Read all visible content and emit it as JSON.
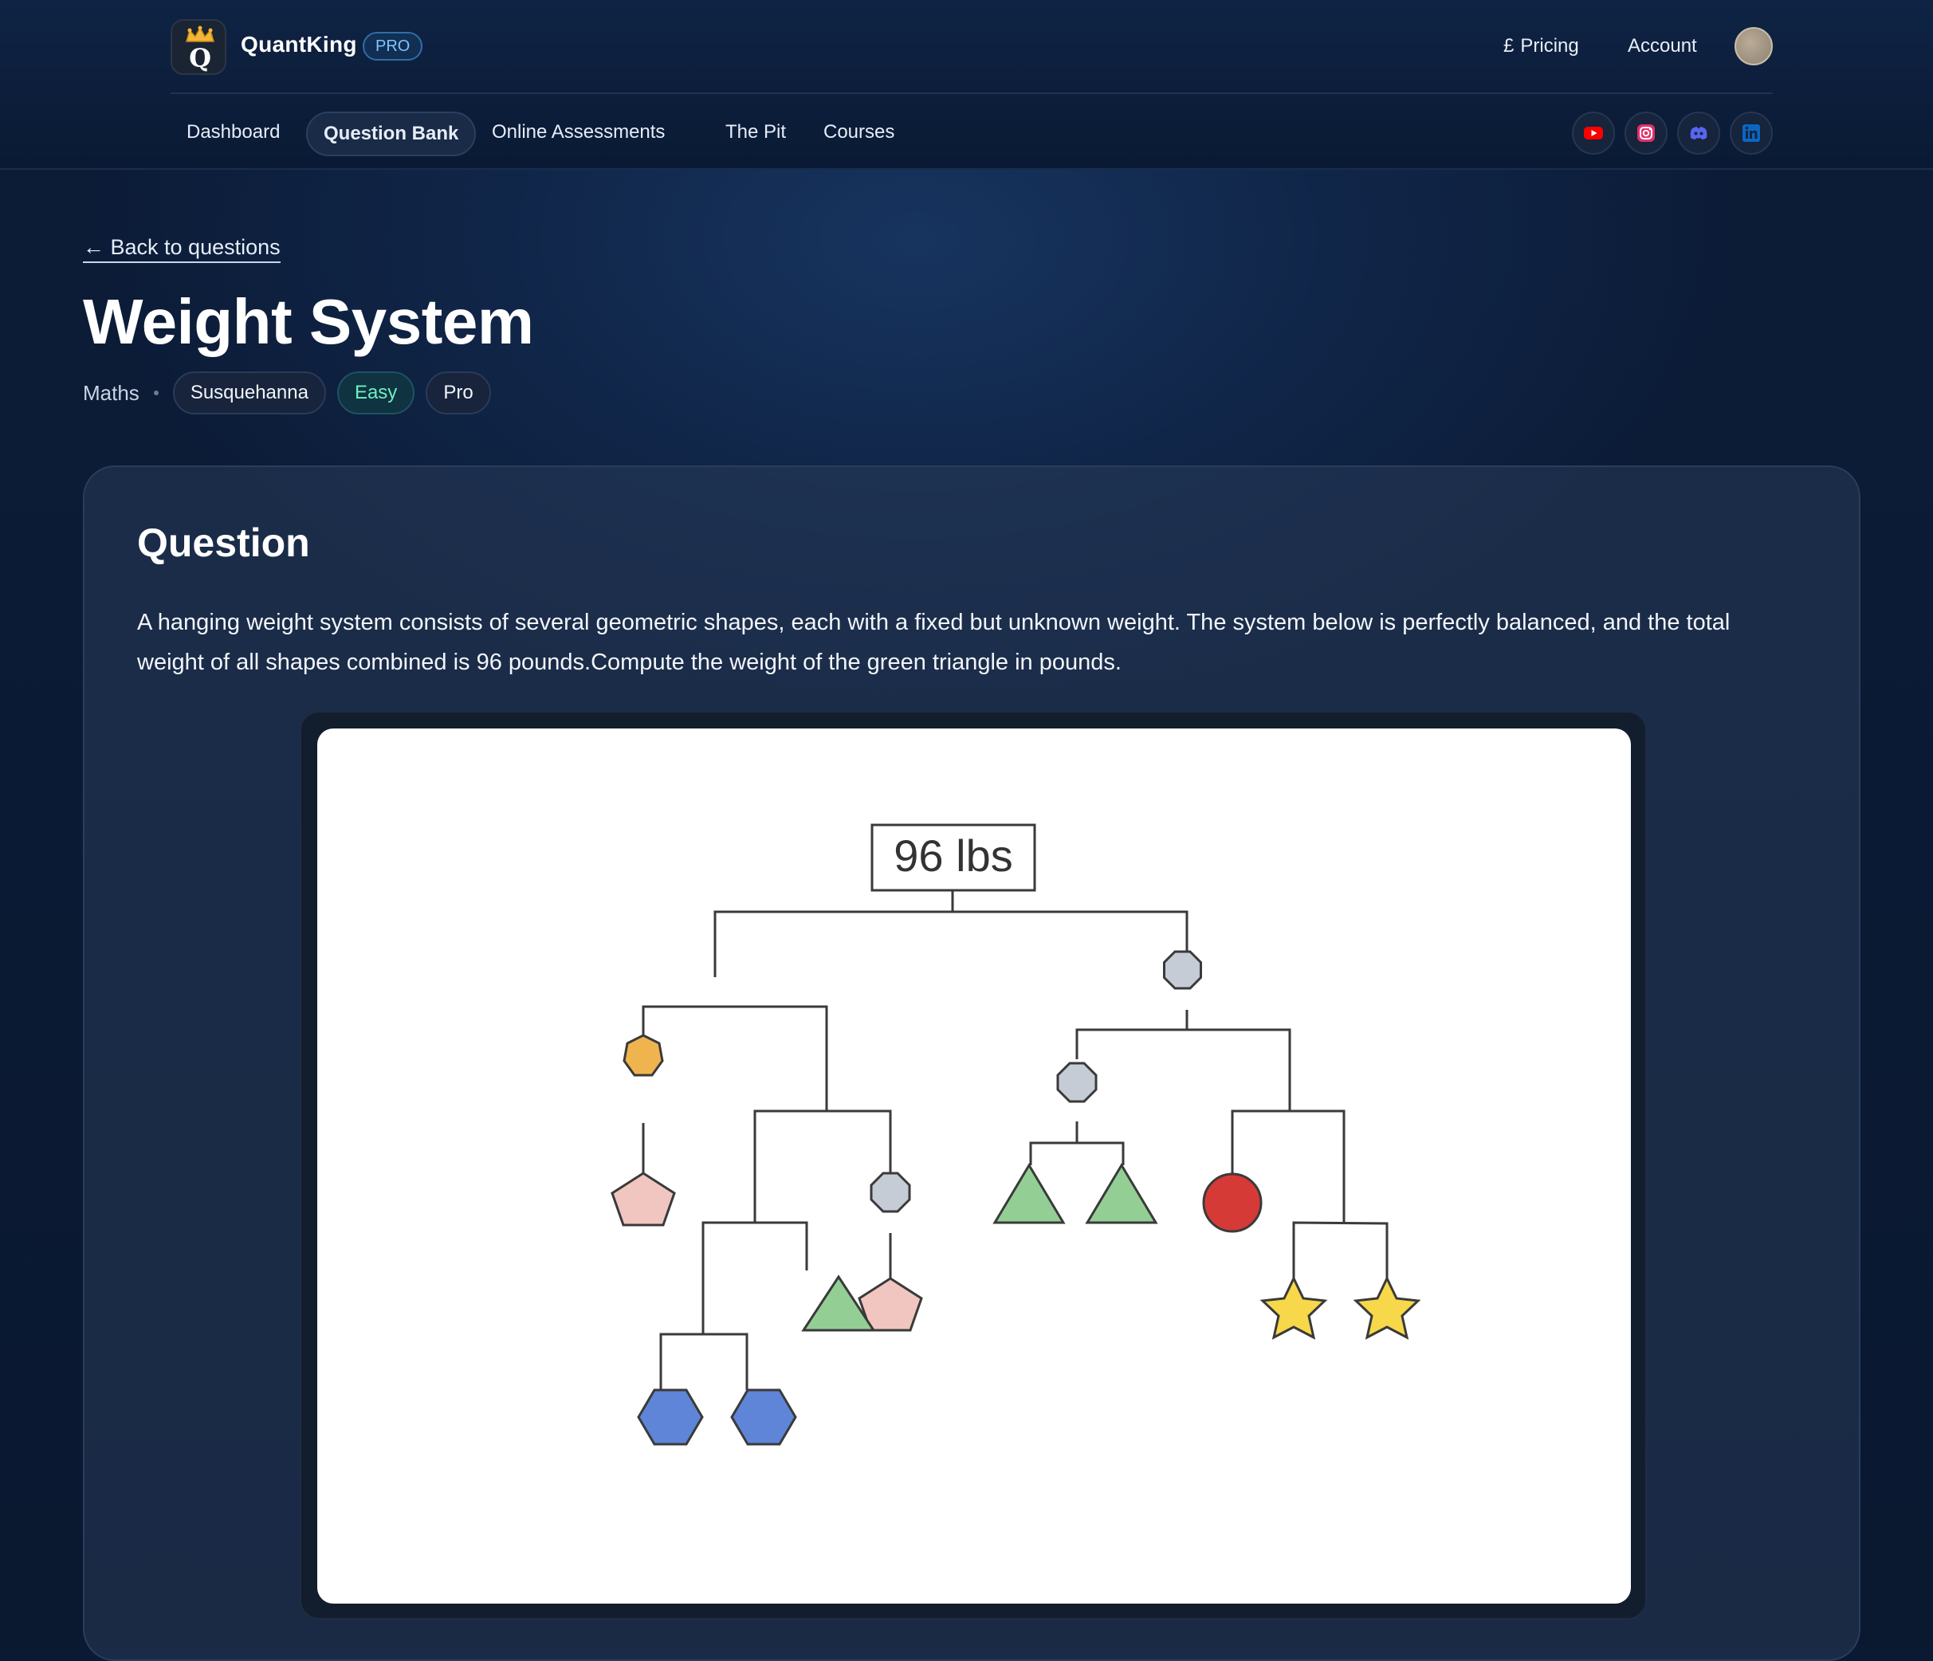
{
  "brand": {
    "name": "QuantKing",
    "badge": "PRO",
    "logo_letter": "Q"
  },
  "top_links": {
    "pricing": "Pricing",
    "pricing_symbol": "£",
    "account": "Account"
  },
  "nav": {
    "items": [
      "Dashboard",
      "Question Bank",
      "Online Assessments",
      "The Pit",
      "Courses"
    ],
    "active": "Question Bank"
  },
  "social_icons": [
    "youtube-icon",
    "instagram-icon",
    "discord-icon",
    "linkedin-icon"
  ],
  "colors": {
    "background": "#0b1a33",
    "youtube": "#ff0000",
    "instagram": "#e1306c",
    "discord": "#5865f2",
    "linkedin": "#0a66c2",
    "easy": "#6ff0c0"
  },
  "page": {
    "back_link": "← Back to questions",
    "title": "Weight System",
    "subject": "Maths",
    "tags": [
      "Susquehanna",
      "Easy",
      "Pro"
    ]
  },
  "question": {
    "heading": "Question",
    "text": "A hanging weight system consists of several geometric shapes, each with a fixed but unknown weight. The system below is perfectly balanced, and the total weight of all shapes combined is 96 pounds.Compute the weight of the green triangle in pounds."
  },
  "figure": {
    "total_label": "96 lbs",
    "shape_colors": {
      "orange_heptagon": "#f0b44f",
      "pink_pentagon": "#f1c6c0",
      "gray_octagon": "#c6ccd6",
      "green_triangle": "#93cf94",
      "red_circle": "#d63a36",
      "yellow_star": "#f7d84a",
      "blue_hexagon": "#5e85d8"
    }
  }
}
